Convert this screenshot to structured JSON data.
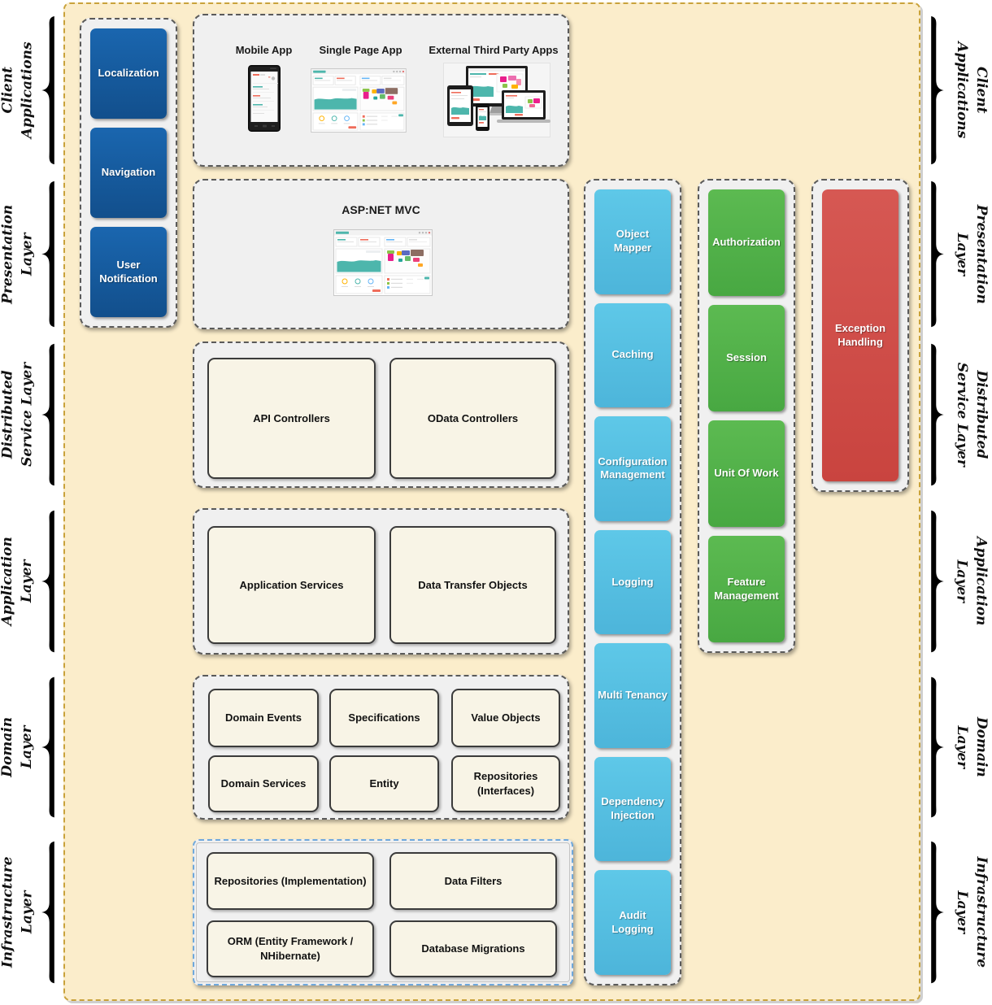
{
  "layer_labels": [
    {
      "line1": "Client",
      "line2": "Applications"
    },
    {
      "line1": "Presentation",
      "line2": "Layer"
    },
    {
      "line1": "Distributed",
      "line2": "Service Layer"
    },
    {
      "line1": "Application",
      "line2": "Layer"
    },
    {
      "line1": "Domain",
      "line2": "Layer"
    },
    {
      "line1": "Infrastructure",
      "line2": "Layer"
    }
  ],
  "left_widgets": [
    "Localization",
    "Navigation",
    "User Notification"
  ],
  "client_apps": {
    "items": [
      "Mobile App",
      "Single Page App",
      "External Third Party Apps"
    ]
  },
  "presentation": {
    "title": "ASP:NET MVC"
  },
  "distributed_service": {
    "boxes": [
      "API Controllers",
      "OData Controllers"
    ]
  },
  "application_layer": {
    "boxes": [
      "Application Services",
      "Data Transfer Objects"
    ]
  },
  "domain_layer": {
    "boxes": [
      "Domain Events",
      "Specifications",
      "Value Objects",
      "Domain Services",
      "Entity",
      "Repositories (Interfaces)"
    ]
  },
  "infrastructure_layer": {
    "boxes": [
      "Repositories (Implementation)",
      "Data Filters",
      "ORM (Entity Framework / NHibernate)",
      "Database Migrations"
    ]
  },
  "cross_cutting": {
    "blue": [
      "Object Mapper",
      "Caching",
      "Configuration Management",
      "Logging",
      "Multi Tenancy",
      "Dependency Injection",
      "Audit Logging"
    ],
    "green": [
      "Authorization",
      "Session",
      "Unit Of Work",
      "Feature Management"
    ],
    "red": [
      "Exception Handling"
    ]
  },
  "colors": {
    "canvas_bg": "#FBEDCB",
    "canvas_border": "#C9A23B",
    "panel_bg": "#F0F0F0",
    "panel_border": "#5A5A5A",
    "infra_panel_border": "#6FA8DC",
    "widget_navy": "#15599E",
    "crosscut_cyan": "#56C1E3",
    "crosscut_green": "#55B44C",
    "crosscut_red": "#D2514D",
    "node_cream": "#F8F4E6",
    "screenshot_teal": "#4DB6AC",
    "screenshot_pink": "#E91E8C"
  }
}
